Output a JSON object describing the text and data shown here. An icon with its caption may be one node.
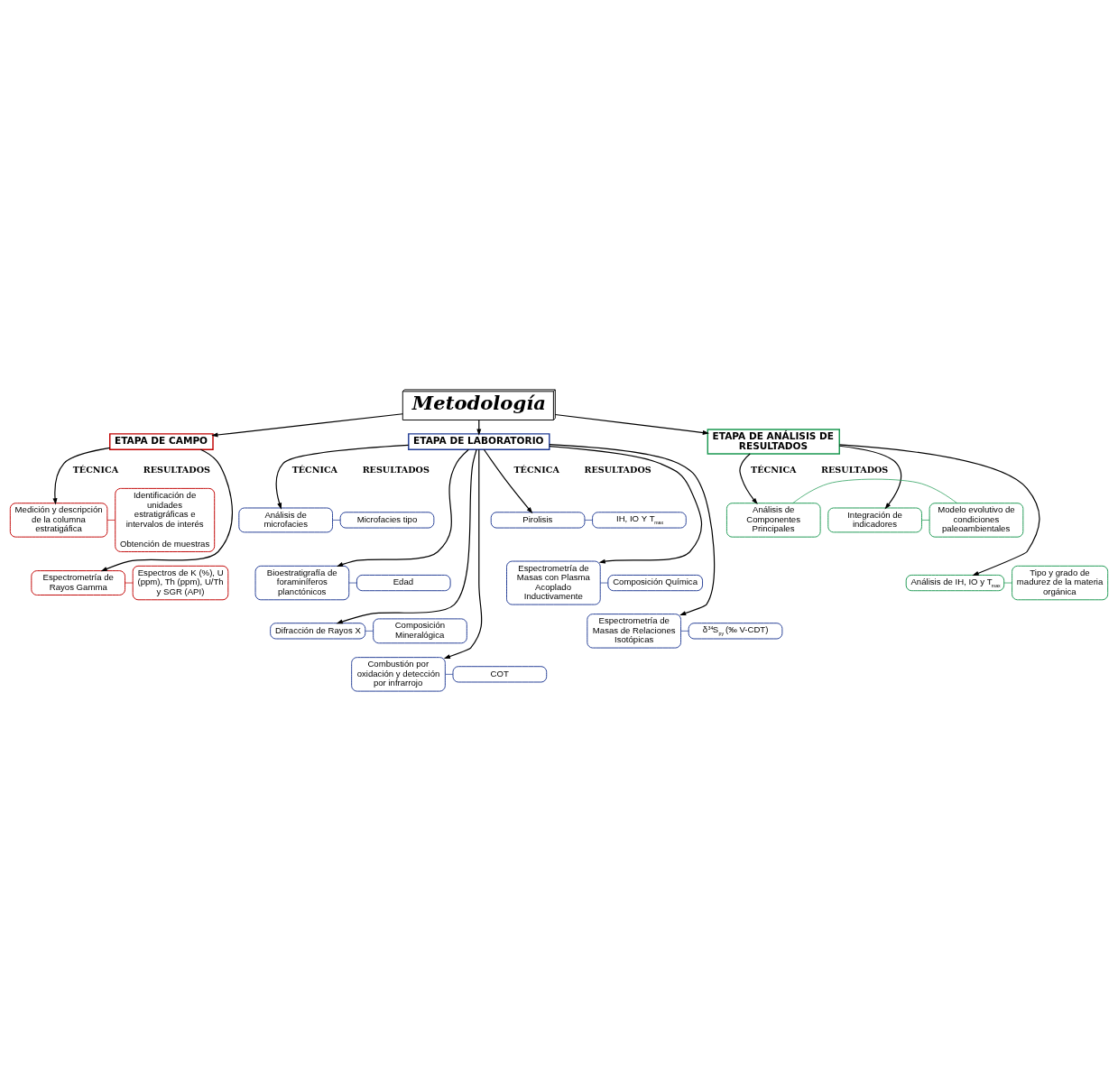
{
  "diagram": {
    "nodes": [
      {
        "text": [
          "Metodología"
        ]
      },
      {
        "text": [
          "ETAPA DE CAMPO"
        ]
      },
      {
        "text": [
          "ETAPA DE LABORATORIO"
        ]
      },
      {
        "text": [
          "ETAPA DE ANÁLISIS DE RESULTADOS"
        ]
      },
      {
        "text": [
          "Medición y descripción de la columna estratigáfica"
        ]
      },
      {
        "text": [
          "Identificación de unidades estratigráficas e intervalos de interés",
          "Obtención de muestras"
        ]
      },
      {
        "text": [
          "Espectrometría de Rayos Gamma"
        ]
      },
      {
        "text": [
          "Espectros de K (%), U (ppm), Th (ppm), U/Th y SGR (API)"
        ]
      },
      {
        "text": [
          "Análisis de Componentes Principales"
        ]
      },
      {
        "text": [
          "Integración de indicadores"
        ]
      },
      {
        "text": [
          "Modelo evolutivo de condiciones paleoambientales"
        ]
      },
      {
        "text": [
          "Análisis de IH, IO y T$_{max}$"
        ]
      },
      {
        "text": [
          "Tipo y grado de madurez de la materia orgánica"
        ]
      },
      {
        "text": [
          "Análisis de microfacies"
        ]
      },
      {
        "text": [
          "Microfacies tipo"
        ]
      },
      {
        "text": [
          "Bioestratigrafía de foraminíferos planctónicos"
        ]
      },
      {
        "text": [
          "Edad"
        ]
      },
      {
        "text": [
          "Difracción de Rayos X"
        ]
      },
      {
        "text": [
          "Composición Mineralógica"
        ]
      },
      {
        "text": [
          "Combustión por oxidación y detección por infrarrojo"
        ]
      },
      {
        "text": [
          "COT"
        ]
      },
      {
        "text": [
          "Pirolisis"
        ]
      },
      {
        "text": [
          "IH, IO Y T$_{max}$"
        ]
      },
      {
        "text": [
          "Espectrometría de Masas con Plasma Acoplado Inductivamente"
        ]
      },
      {
        "text": [
          "Composición Química"
        ]
      },
      {
        "text": [
          "Espectrometría de Masas de Relaciones Isotópicas"
        ]
      },
      {
        "text": [
          "δ$^{34}$S$_{py}$ (‰ V-CDT)"
        ]
      }
    ],
    "edges": [
      {
        "from": 0,
        "to": 1,
        "arrow": "to"
      },
      {
        "from": 0,
        "to": 2,
        "arrow": "to"
      },
      {
        "from": 0,
        "to": 3,
        "arrow": "to"
      },
      {
        "from": 1,
        "to": 4,
        "arrow": "to"
      },
      {
        "from": 1,
        "to": 6,
        "arrow": "to"
      },
      {
        "from": 4,
        "to": 5,
        "arrow": "none",
        "color": "#c00000"
      },
      {
        "from": 6,
        "to": 7,
        "arrow": "none",
        "color": "#c00000"
      },
      {
        "from": 3,
        "to": 8,
        "arrow": "to"
      },
      {
        "from": 3,
        "to": 9,
        "arrow": "to"
      },
      {
        "from": 3,
        "to": 11,
        "arrow": "to"
      },
      {
        "from": 8,
        "to": 10,
        "arrow": "none",
        "color": "#1a9850"
      },
      {
        "from": 9,
        "to": 10,
        "arrow": "none",
        "color": "#1a9850"
      },
      {
        "from": 11,
        "to": 12,
        "arrow": "none",
        "color": "#1a9850"
      },
      {
        "from": 2,
        "to": 13,
        "arrow": "to"
      },
      {
        "from": 2,
        "to": 15,
        "arrow": "to"
      },
      {
        "from": 2,
        "to": 17,
        "arrow": "to"
      },
      {
        "from": 2,
        "to": 19,
        "arrow": "to"
      },
      {
        "from": 2,
        "to": 21,
        "arrow": "to"
      },
      {
        "from": 2,
        "to": 23,
        "arrow": "to"
      },
      {
        "from": 2,
        "to": 25,
        "arrow": "to"
      },
      {
        "from": 13,
        "to": 14,
        "arrow": "none",
        "color": "#1f3a93"
      },
      {
        "from": 15,
        "to": 16,
        "arrow": "none",
        "color": "#1f3a93"
      },
      {
        "from": 17,
        "to": 18,
        "arrow": "none",
        "color": "#1f3a93"
      },
      {
        "from": 19,
        "to": 20,
        "arrow": "none",
        "color": "#1f3a93"
      },
      {
        "from": 21,
        "to": 22,
        "arrow": "none",
        "color": "#1f3a93"
      },
      {
        "from": 23,
        "to": 24,
        "arrow": "none",
        "color": "#1f3a93"
      },
      {
        "from": 25,
        "to": 26,
        "arrow": "none",
        "color": "#1f3a93"
      }
    ],
    "labels": [
      "TÉCNICA",
      "RESULTADOS",
      "TÉCNICA",
      "RESULTADOS",
      "TÉCNICA",
      "RESULTADOS",
      "TÉCNICA",
      "RESULTADOS"
    ]
  }
}
